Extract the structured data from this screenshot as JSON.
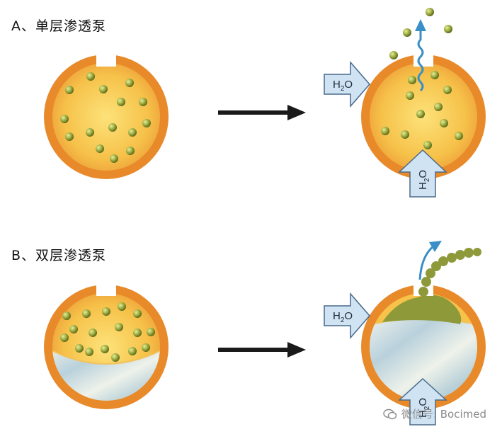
{
  "sections": {
    "a": {
      "label": "A、单层渗透泵"
    },
    "b": {
      "label": "B、双层渗透泵"
    }
  },
  "water_label": {
    "main": "H",
    "sub": "2",
    "end": "O"
  },
  "watermark": {
    "icon": "wechat-icon",
    "text": "微信号: Bocimed"
  },
  "colors": {
    "tablet_outer": "#e8892a",
    "tablet_inner": "#f6c24a",
    "particle": "#8e9a3a",
    "arrow_fill": "#cfe3f3",
    "arrow_stroke": "#4a6a8a",
    "release_arrow": "#3a8fc6",
    "push_layer": "#cfe0e6"
  }
}
